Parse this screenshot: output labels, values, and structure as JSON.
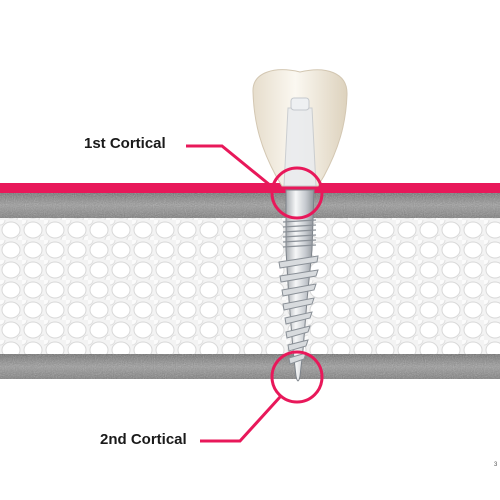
{
  "labels": {
    "first": "1st Cortical",
    "second": "2nd Cortical",
    "corner": "3"
  },
  "colors": {
    "accent": "#e8185a",
    "cortical": "#8a8a8a",
    "cancellous": "#f2f2f2",
    "crown": "#f4efe6"
  }
}
